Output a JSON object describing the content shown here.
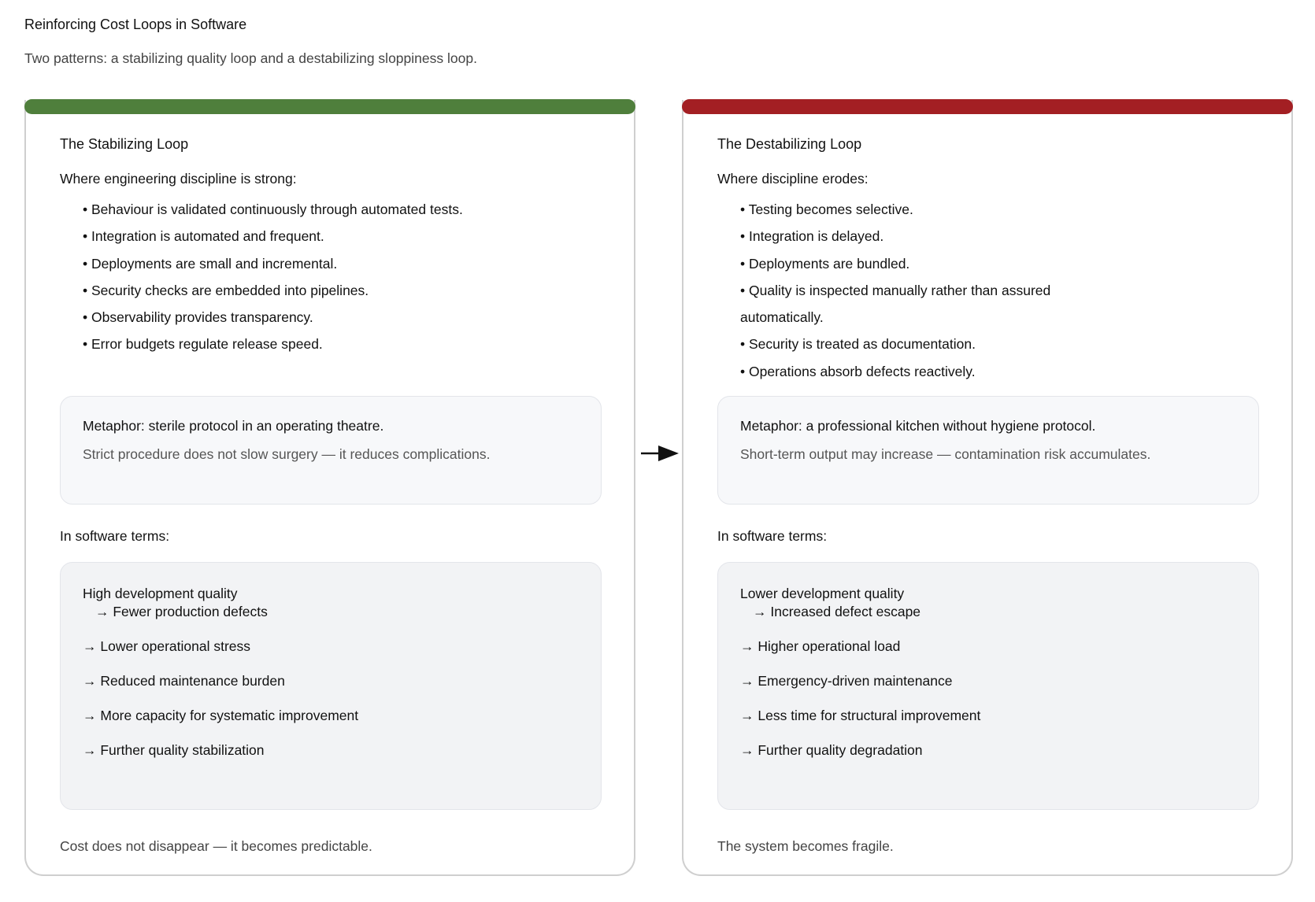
{
  "title": "Reinforcing Cost Loops in Software",
  "subtitle": "Two patterns: a stabilizing quality loop and a destabilizing sloppiness loop.",
  "colors": {
    "stabilizing_bar": "#4f7f3c",
    "destabilizing_bar": "#a31f23"
  },
  "stabilizing": {
    "title": "The Stabilizing Loop",
    "intro": "Where engineering discipline is strong:",
    "bullets": [
      "Behaviour is validated continuously through automated tests.",
      "Integration is automated and frequent.",
      "Deployments are small and incremental.",
      "Security checks are embedded into pipelines.",
      "Observability provides transparency.",
      "Error budgets regulate release speed."
    ],
    "metaphor_title": "Metaphor: sterile protocol in an operating theatre.",
    "metaphor_text": "Strict procedure does not slow surgery — it reduces complications.",
    "terms_label": "In software terms:",
    "chain_first": "High development quality",
    "chain_second": "→ Fewer production defects",
    "chain_steps": [
      "→ Lower operational stress",
      "→ Reduced maintenance burden",
      "→ More capacity for systematic improvement",
      "→ Further quality stabilization"
    ],
    "conclusion": "Cost does not disappear — it becomes predictable."
  },
  "destabilizing": {
    "title": "The Destabilizing Loop",
    "intro": "Where discipline erodes:",
    "bullets": [
      "Testing becomes selective.",
      "Integration is delayed.",
      "Deployments are bundled.",
      "Quality is inspected manually rather than assured automatically.",
      "Security is treated as documentation.",
      "Operations absorb defects reactively."
    ],
    "metaphor_title": "Metaphor: a professional kitchen without hygiene protocol.",
    "metaphor_text": "Short-term output may increase — contamination risk accumulates.",
    "terms_label": "In software terms:",
    "chain_first": "Lower development quality",
    "chain_second": "→ Increased defect escape",
    "chain_steps": [
      "→ Higher operational load",
      "→ Emergency-driven maintenance",
      "→ Less time for structural improvement",
      "→ Further quality degradation"
    ],
    "conclusion": "The system becomes fragile."
  }
}
